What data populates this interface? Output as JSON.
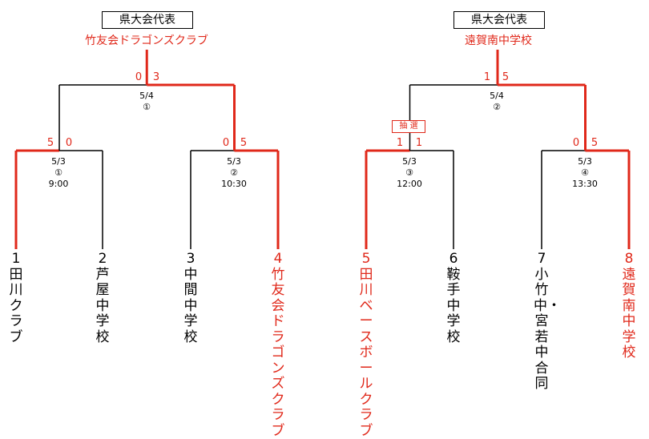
{
  "colors": {
    "win": "#e0281a",
    "line": "#000000"
  },
  "left": {
    "rep_label": "県大会代表",
    "winner": "竹友会ドラゴンズクラブ",
    "final": {
      "date": "5/4",
      "num": "①",
      "score_l": "0",
      "score_r": "3",
      "win_side": "right"
    },
    "m1": {
      "date": "5/3",
      "num": "①",
      "time": "9:00",
      "score_l": "5",
      "score_r": "0",
      "win_side": "left"
    },
    "m2": {
      "date": "5/3",
      "num": "②",
      "time": "10:30",
      "score_l": "0",
      "score_r": "5",
      "win_side": "right"
    }
  },
  "right": {
    "rep_label": "県大会代表",
    "winner": "遠賀南中学校",
    "final": {
      "date": "5/4",
      "num": "②",
      "score_l": "1",
      "score_r": "5",
      "win_side": "right"
    },
    "m3": {
      "date": "5/3",
      "num": "③",
      "time": "12:00",
      "score_l": "1",
      "score_r": "1",
      "win_side": "left",
      "note": "抽 選"
    },
    "m4": {
      "date": "5/3",
      "num": "④",
      "time": "13:30",
      "score_l": "0",
      "score_r": "5",
      "win_side": "right"
    }
  },
  "teams": [
    {
      "seed": "1",
      "name": "田川クラブ"
    },
    {
      "seed": "2",
      "name": "芦屋中学校"
    },
    {
      "seed": "3",
      "name": "中間中学校"
    },
    {
      "seed": "4",
      "name": "竹友会ドラゴンズクラブ"
    },
    {
      "seed": "5",
      "name": "田川ベースボールクラブ"
    },
    {
      "seed": "6",
      "name": "鞍手中学校"
    },
    {
      "seed": "7",
      "name": "小竹中・宮若中合同"
    },
    {
      "seed": "8",
      "name": "遠賀南中学校"
    }
  ]
}
